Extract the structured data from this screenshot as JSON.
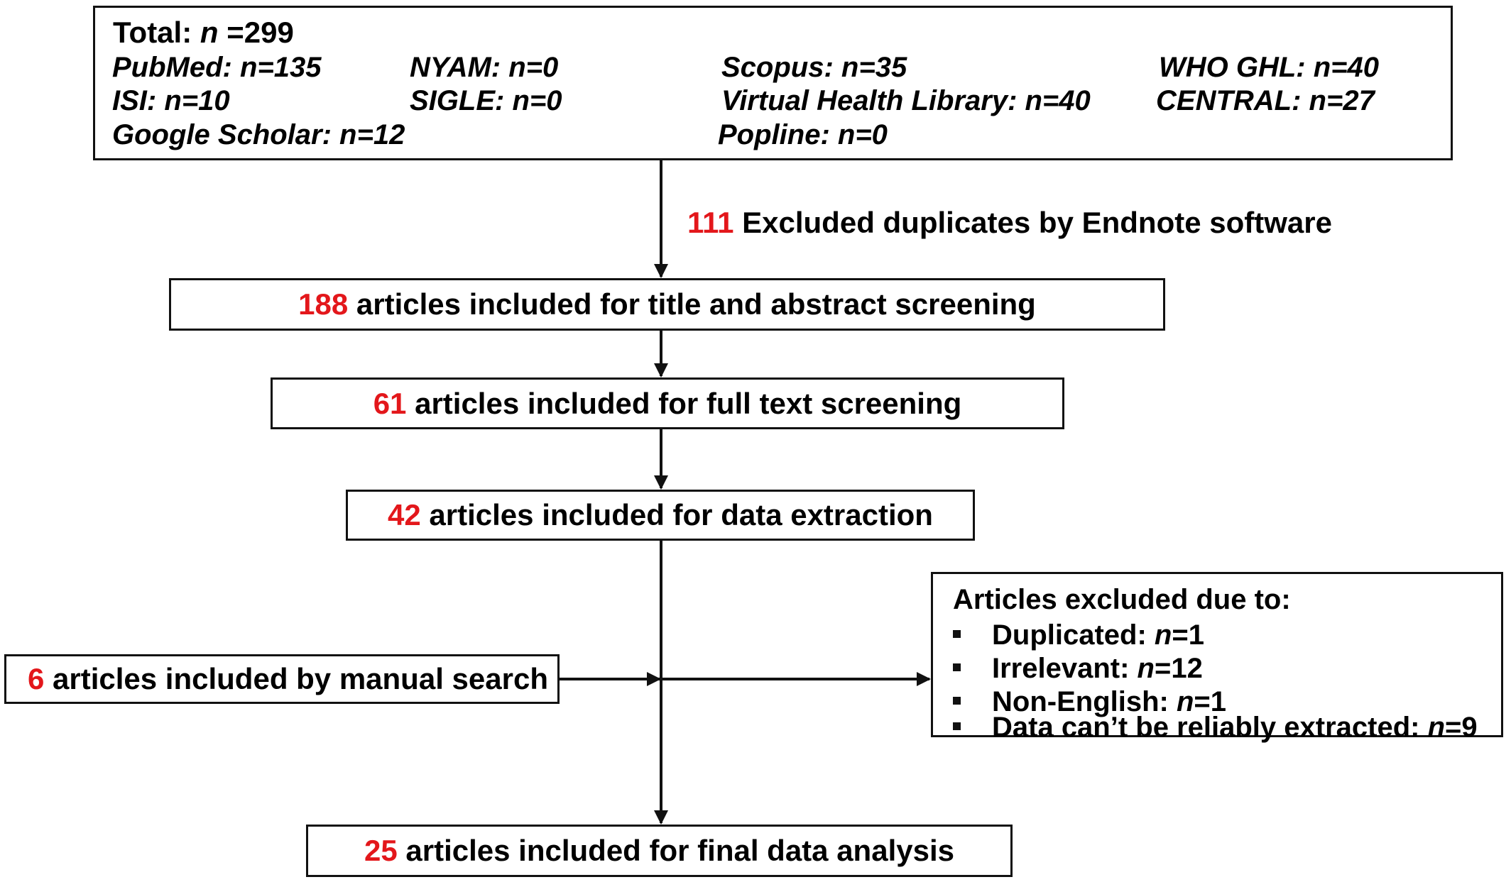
{
  "identification": {
    "total_label": "Total:",
    "total_n": "n",
    "total_value": "=299",
    "sources": {
      "pubmed": "PubMed: n=135",
      "nyam": "NYAM: n=0",
      "scopus": "Scopus: n=35",
      "who_ghl": "WHO GHL: n=40",
      "isi": "ISI: n=10",
      "sigle": "SIGLE: n=0",
      "vhl": "Virtual Health Library: n=40",
      "central": "CENTRAL: n=27",
      "google_scholar": "Google Scholar: n=12",
      "popline": "Popline: n=0"
    }
  },
  "duplicates_removed": {
    "number": "111",
    "text": " Excluded duplicates by Endnote software"
  },
  "title_abstract": {
    "number": "188",
    "text": " articles included for title and abstract screening"
  },
  "full_text": {
    "number": "61",
    "text": " articles included for full text screening"
  },
  "data_extraction": {
    "number": "42",
    "text": " articles included for data extraction"
  },
  "manual_search": {
    "number": "6",
    "text": " articles included by manual search"
  },
  "excluded": {
    "title": "Articles excluded due to:",
    "reasons": [
      {
        "label": "Duplicated: ",
        "n": "n",
        "value": "=1"
      },
      {
        "label": "Irrelevant: ",
        "n": "n",
        "value": "=12"
      },
      {
        "label": "Non-English: ",
        "n": "n",
        "value": "=1"
      },
      {
        "label": "Data can’t be reliably extracted: ",
        "n": "n",
        "value": "=9"
      }
    ]
  },
  "final": {
    "number": "25",
    "text": " articles included for final data analysis"
  },
  "colors": {
    "highlight": "#e3171b",
    "stroke": "#111111"
  }
}
